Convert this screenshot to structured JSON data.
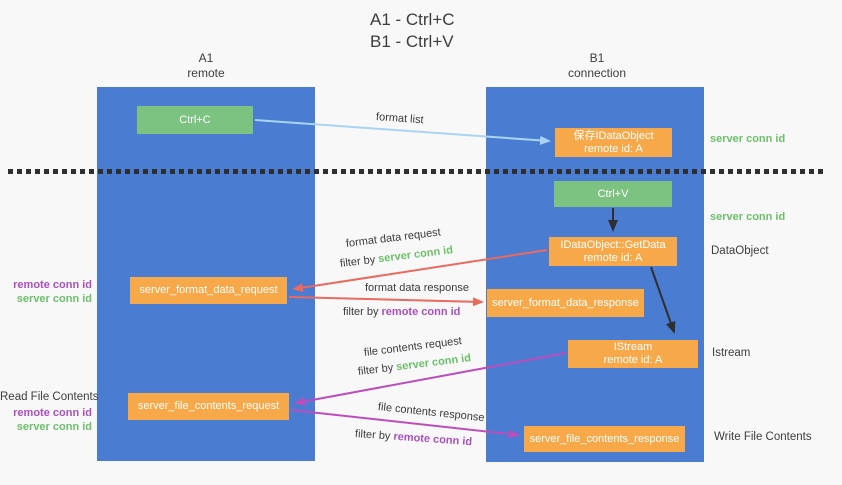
{
  "title": {
    "line1": "A1 - Ctrl+C",
    "line2": "B1 - Ctrl+V"
  },
  "lifelines": {
    "left": {
      "title": "A1",
      "subtitle": "remote"
    },
    "right": {
      "title": "B1",
      "subtitle": "connection"
    }
  },
  "nodes": {
    "ctrl_c": {
      "label": "Ctrl+C"
    },
    "save_dataobject": {
      "line1": "保存IDataObject",
      "line2": "remote id: A"
    },
    "ctrl_v": {
      "label": "Ctrl+V"
    },
    "getdata": {
      "line1": "IDataObject::GetData",
      "line2": "remote id: A"
    },
    "format_request": {
      "label": "server_format_data_request"
    },
    "format_response": {
      "label": "server_format_data_response"
    },
    "istream": {
      "line1": "IStream",
      "line2": "remote id: A"
    },
    "file_request": {
      "label": "server_file_contents_request"
    },
    "file_response": {
      "label": "server_file_contents_response"
    }
  },
  "edge_labels": {
    "format_list": "format list",
    "format_data_request": "format data request",
    "format_data_response": "format data response",
    "file_contents_request": "file contents request",
    "file_contents_response": "file contents response",
    "filter_by": "filter by",
    "server_conn_id": "server conn id",
    "remote_conn_id": "remote conn id"
  },
  "side_labels": {
    "server_conn_id_top": "server conn id",
    "server_conn_id_mid": "server conn id",
    "data_object": "DataObject",
    "istream": "Istream",
    "write_file_contents": "Write File Contents",
    "read_file_contents": "Read File Contents",
    "remote_conn_id": "remote conn id",
    "server_conn_id": "server conn id"
  },
  "colors": {
    "lifeline_blue": "#4a7cd2",
    "node_orange": "#f7a848",
    "node_green": "#7cc280",
    "arrow_red": "#e96a5f",
    "arrow_magenta": "#bb4ebc",
    "arrow_lightblue": "#aad4f5",
    "arrow_black": "#2f2f2f",
    "text_green": "#6dbf6b",
    "text_purple": "#a94fc0",
    "background": "#f8f8f9"
  }
}
